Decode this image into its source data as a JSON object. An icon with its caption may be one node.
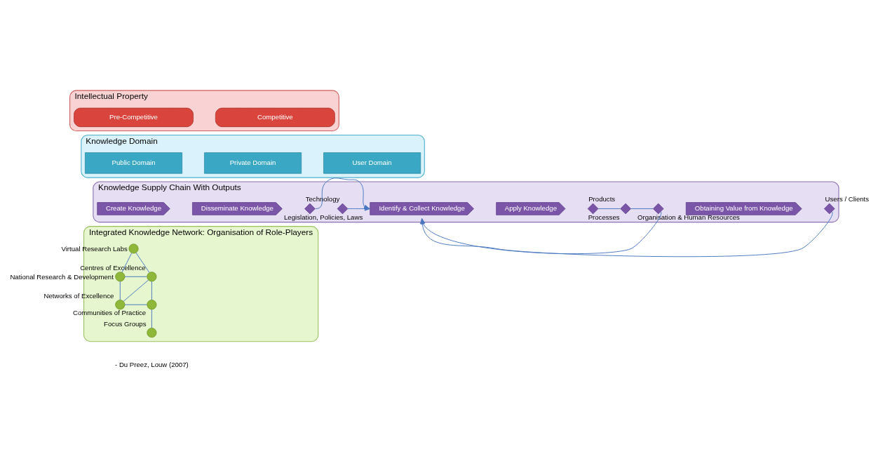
{
  "diagram": {
    "nodes": [
      {
        "text": [
          "Intellectual Property"
        ]
      },
      {
        "text": [
          "Pre-Competitive"
        ],
        "in": 0
      },
      {
        "text": [
          "Competitive"
        ],
        "in": 0
      },
      {
        "text": [
          "Knowledge Domain"
        ]
      },
      {
        "text": [
          "Public Domain"
        ],
        "in": 3
      },
      {
        "text": [
          "Private Domain"
        ],
        "in": 3
      },
      {
        "text": [
          "User Domain"
        ],
        "in": 3
      },
      {
        "text": [
          "Knowledge Supply Chain With Outputs"
        ]
      },
      {
        "text": [
          "Create Knowledge"
        ],
        "in": 7
      },
      {
        "text": [
          "Disseminate Knowledge"
        ],
        "in": 7
      },
      {
        "text": [],
        "shape": "diamond",
        "beside": [
          "Technology"
        ],
        "in": 7
      },
      {
        "text": [],
        "shape": "diamond",
        "beside": [
          "Legislation, Policies, Laws"
        ],
        "in": 7
      },
      {
        "text": [
          "Identify & Collect Knowledge"
        ],
        "in": 7
      },
      {
        "text": [
          "Apply Knowledge"
        ],
        "in": 7
      },
      {
        "text": [],
        "shape": "diamond",
        "beside": [
          "Products"
        ],
        "in": 7
      },
      {
        "text": [],
        "shape": "diamond",
        "beside": [
          "Processes"
        ],
        "in": 7
      },
      {
        "text": [],
        "shape": "diamond",
        "beside": [
          "Organisation & Human Resources"
        ],
        "in": 7
      },
      {
        "text": [
          "Obtaining Value from Knowledge"
        ],
        "in": 7
      },
      {
        "text": [],
        "shape": "diamond",
        "beside": [
          "Users / Clients"
        ],
        "in": 7
      },
      {
        "text": [
          "Integrated Knowledge Network: Organisation of Role-Players"
        ]
      },
      {
        "text": [],
        "shape": "circle",
        "beside": [
          "Virtual Research Labs"
        ],
        "in": 19
      },
      {
        "text": [],
        "shape": "circle",
        "beside": [
          "Centres of Excellence"
        ],
        "in": 19
      },
      {
        "text": [],
        "shape": "circle",
        "beside": [
          "National Research & Development"
        ],
        "in": 19
      },
      {
        "text": [],
        "shape": "circle",
        "beside": [
          "Networks of Excellence"
        ],
        "in": 19
      },
      {
        "text": [],
        "shape": "circle",
        "beside": [
          "Communities of Practice"
        ],
        "in": 19
      },
      {
        "text": [],
        "shape": "circle",
        "beside": [
          "Focus Groups"
        ],
        "in": 19
      }
    ],
    "edges": [
      {
        "from": 10,
        "to": 12,
        "arrow": "to"
      },
      {
        "from": 11,
        "to": 12,
        "arrow": "to"
      },
      {
        "from": 14,
        "to": 15,
        "arrow": "none"
      },
      {
        "from": 15,
        "to": 16,
        "arrow": "none"
      },
      {
        "from": 16,
        "to": 12,
        "arrow": "to"
      },
      {
        "from": 18,
        "to": 12,
        "arrow": "to"
      },
      {
        "from": 20,
        "to": 21,
        "arrow": "none"
      },
      {
        "from": 20,
        "to": 22,
        "arrow": "none"
      },
      {
        "from": 22,
        "to": 21,
        "arrow": "none"
      },
      {
        "from": 21,
        "to": 23,
        "arrow": "none"
      },
      {
        "from": 22,
        "to": 23,
        "arrow": "none"
      },
      {
        "from": 21,
        "to": 24,
        "arrow": "none"
      },
      {
        "from": 23,
        "to": 24,
        "arrow": "none"
      },
      {
        "from": 24,
        "to": 25,
        "arrow": "none"
      }
    ],
    "labels": [
      "- Du Preez, Louw (2007)"
    ]
  }
}
